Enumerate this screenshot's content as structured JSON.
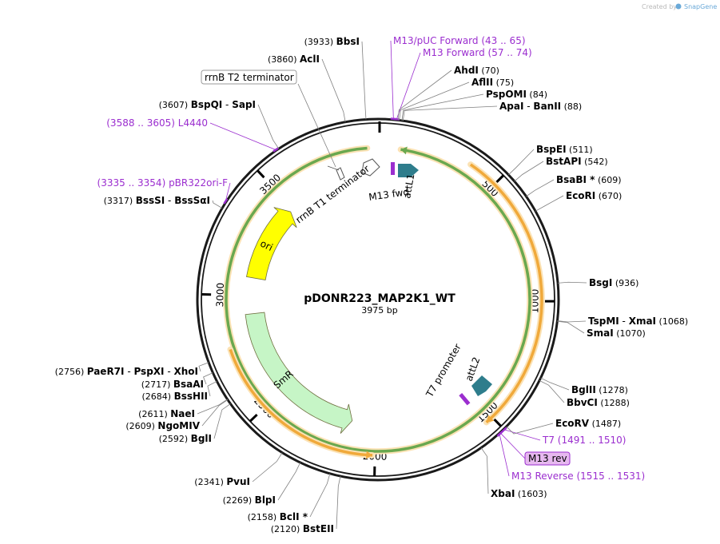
{
  "credit": {
    "prefix": "Created by",
    "brand": "SnapGene"
  },
  "plasmid": {
    "name": "pDONR223_MAP2K1_WT",
    "length_label": "3975 bp",
    "length": 3975
  },
  "ticks": [
    {
      "pos": 500,
      "label": "500"
    },
    {
      "pos": 1000,
      "label": "1000"
    },
    {
      "pos": 1500,
      "label": "1500"
    },
    {
      "pos": 2000,
      "label": "2000"
    },
    {
      "pos": 2500,
      "label": "2500"
    },
    {
      "pos": 3000,
      "label": "3000"
    },
    {
      "pos": 3500,
      "label": "3500"
    }
  ],
  "enzymes": [
    {
      "id": "bbsi",
      "pos": 3933,
      "names": [
        "BbsI"
      ],
      "coords": "(3933)",
      "side": "left"
    },
    {
      "id": "acli",
      "pos": 3860,
      "names": [
        "AclI"
      ],
      "coords": "(3860)",
      "side": "left"
    },
    {
      "id": "bspqi",
      "pos": 3607,
      "names": [
        "BspQI",
        "SapI"
      ],
      "coords": "(3607)",
      "side": "left"
    },
    {
      "id": "bsssi",
      "pos": 3317,
      "names": [
        "BssSI",
        "BssSαI"
      ],
      "coords": "(3317)",
      "side": "left"
    },
    {
      "id": "paer7i",
      "pos": 2756,
      "names": [
        "PaeR7I",
        "PspXI",
        "XhoI"
      ],
      "coords": "(2756)",
      "side": "left"
    },
    {
      "id": "bsaai",
      "pos": 2717,
      "names": [
        "BsaAI"
      ],
      "coords": "(2717)",
      "side": "left"
    },
    {
      "id": "bsshii",
      "pos": 2684,
      "names": [
        "BssHII"
      ],
      "coords": "(2684)",
      "side": "left"
    },
    {
      "id": "naei",
      "pos": 2611,
      "names": [
        "NaeI"
      ],
      "coords": "(2611)",
      "side": "left"
    },
    {
      "id": "ngomiv",
      "pos": 2609,
      "names": [
        "NgoMIV"
      ],
      "coords": "(2609)",
      "side": "left"
    },
    {
      "id": "bgli",
      "pos": 2592,
      "names": [
        "BglI"
      ],
      "coords": "(2592)",
      "side": "left"
    },
    {
      "id": "pvui",
      "pos": 2341,
      "names": [
        "PvuI"
      ],
      "coords": "(2341)",
      "side": "left"
    },
    {
      "id": "blpi",
      "pos": 2269,
      "names": [
        "BlpI"
      ],
      "coords": "(2269)",
      "side": "left"
    },
    {
      "id": "bcli",
      "pos": 2158,
      "names": [
        "BclI *"
      ],
      "coords": "(2158)",
      "side": "left"
    },
    {
      "id": "bsteii",
      "pos": 2120,
      "names": [
        "BstEII"
      ],
      "coords": "(2120)",
      "side": "left"
    },
    {
      "id": "ahdi",
      "pos": 70,
      "names": [
        "AhdI"
      ],
      "coords": "(70)",
      "side": "right"
    },
    {
      "id": "aflii",
      "pos": 75,
      "names": [
        "AflII"
      ],
      "coords": "(75)",
      "side": "right"
    },
    {
      "id": "pspomi",
      "pos": 84,
      "names": [
        "PspOMI"
      ],
      "coords": "(84)",
      "side": "right"
    },
    {
      "id": "apai",
      "pos": 88,
      "names": [
        "ApaI",
        "BanII"
      ],
      "coords": "(88)",
      "side": "right"
    },
    {
      "id": "bspei",
      "pos": 511,
      "names": [
        "BspEI"
      ],
      "coords": "(511)",
      "side": "right"
    },
    {
      "id": "bstapi",
      "pos": 542,
      "names": [
        "BstAPI"
      ],
      "coords": "(542)",
      "side": "right"
    },
    {
      "id": "bsabi",
      "pos": 609,
      "names": [
        "BsaBI *"
      ],
      "coords": "(609)",
      "side": "right"
    },
    {
      "id": "ecori",
      "pos": 670,
      "names": [
        "EcoRI"
      ],
      "coords": "(670)",
      "side": "right"
    },
    {
      "id": "bsgi",
      "pos": 936,
      "names": [
        "BsgI"
      ],
      "coords": "(936)",
      "side": "right"
    },
    {
      "id": "tspmi",
      "pos": 1068,
      "names": [
        "TspMI",
        "XmaI"
      ],
      "coords": "(1068)",
      "side": "right"
    },
    {
      "id": "smai",
      "pos": 1070,
      "names": [
        "SmaI"
      ],
      "coords": "(1070)",
      "side": "right"
    },
    {
      "id": "bglii",
      "pos": 1278,
      "names": [
        "BglII"
      ],
      "coords": "(1278)",
      "side": "right"
    },
    {
      "id": "bbvci",
      "pos": 1288,
      "names": [
        "BbvCI"
      ],
      "coords": "(1288)",
      "side": "right"
    },
    {
      "id": "ecorv",
      "pos": 1487,
      "names": [
        "EcoRV"
      ],
      "coords": "(1487)",
      "side": "right"
    },
    {
      "id": "xbai",
      "pos": 1603,
      "names": [
        "XbaI"
      ],
      "coords": "(1603)",
      "side": "right"
    }
  ],
  "primers": [
    {
      "id": "m13puc",
      "name": "M13/pUC Forward",
      "coords": "(43 .. 65)",
      "pos": 54
    },
    {
      "id": "m13fwdlabel",
      "name": "M13 Forward",
      "coords": "(57 .. 74)",
      "pos": 65
    },
    {
      "id": "l4440",
      "name": "L4440",
      "coords": "(3588 .. 3605)",
      "pos": 3596
    },
    {
      "id": "pbr322",
      "name": "pBR322ori-F",
      "coords": "(3335 .. 3354)",
      "pos": 3344
    },
    {
      "id": "t7",
      "name": "T7",
      "coords": "(1491 .. 1510)",
      "pos": 1500
    },
    {
      "id": "m13rev",
      "name": "M13 rev",
      "coords": "",
      "pos": 1518,
      "boxed": true
    },
    {
      "id": "m13reverse",
      "name": "M13 Reverse",
      "coords": "(1515 .. 1531)",
      "pos": 1523
    }
  ],
  "features": [
    {
      "id": "mapk",
      "start": 380,
      "end": 1530,
      "color": "#f0a93b",
      "dir": "cw",
      "label": ""
    },
    {
      "id": "green-top",
      "start": 95,
      "end": 3930,
      "color": "#6aa84f",
      "dir": "ccw",
      "label": ""
    },
    {
      "id": "ampr-orange",
      "start": 2010,
      "end": 2775,
      "color": "#f0a93b",
      "dir": "ccw",
      "label": ""
    },
    {
      "id": "smr",
      "start": 2120,
      "end": 2910,
      "color": "#c6f5c6",
      "dir": "ccw",
      "label": "SmR"
    },
    {
      "id": "ori",
      "start": 3090,
      "end": 3480,
      "color": "#ffff00",
      "dir": "cw",
      "label": "ori"
    }
  ],
  "feature_labels": {
    "rrnb_t2": "rrnB T2 terminator",
    "rrnb_t1": "rrnB T1 terminator",
    "attl1": "attL1",
    "m13fwd": "M13 fwd",
    "t7promoter": "T7 promoter",
    "attl2": "attL2"
  },
  "colors": {
    "primer": "#9b2ecf",
    "attl": "#2e7d8c",
    "backbone": "#1a1a1a"
  }
}
